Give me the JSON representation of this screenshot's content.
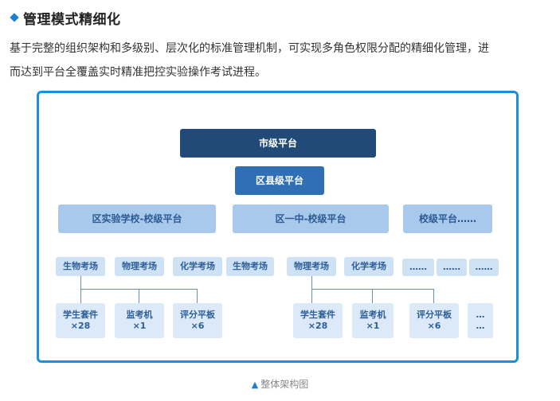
{
  "heading": {
    "icon": "diamond-bullet-icon",
    "text": "管理模式精细化"
  },
  "paragraph": {
    "line1": "基于完整的组织架构和多级别、层次化的标准管理机制，可实现多角色权限分配的精细化管理，进",
    "line2": "而达到平台全覆盖实时精准把控实验操作考试进程。"
  },
  "diagram": {
    "level1": "市级平台",
    "level2": "区县级平台",
    "level3": [
      "区实验学校-校级平台",
      "区一中-校级平台",
      "校级平台……"
    ],
    "level4": [
      "生物考场",
      "物理考场",
      "化学考场",
      "生物考场",
      "物理考场",
      "化学考场",
      "……",
      "……",
      "……"
    ],
    "level5a": [
      {
        "name": "学生套件",
        "count": "×28"
      },
      {
        "name": "监考机",
        "count": "×1"
      },
      {
        "name": "评分平板",
        "count": "×6"
      }
    ],
    "level5b": [
      {
        "name": "学生套件",
        "count": "×28"
      },
      {
        "name": "监考机",
        "count": "×1"
      },
      {
        "name": "评分平板",
        "count": "×6"
      },
      {
        "name": "…",
        "count": "…"
      }
    ],
    "accent": "#1d8fd8"
  },
  "caption": {
    "marker": "▲",
    "text": "整体架构图"
  }
}
